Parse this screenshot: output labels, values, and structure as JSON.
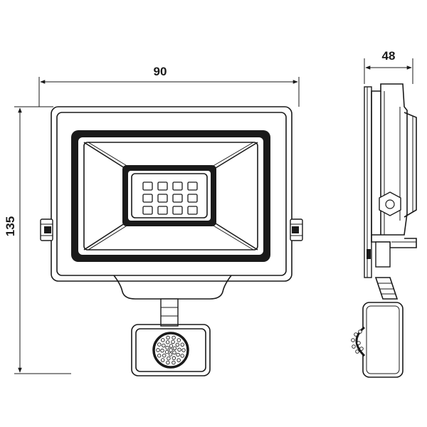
{
  "dimensions": {
    "width_label": "90",
    "height_label": "135",
    "depth_label": "48"
  },
  "colors": {
    "line": "#1a1a1a",
    "background": "#ffffff"
  },
  "led_grid": {
    "rows": 3,
    "cols": 4
  }
}
